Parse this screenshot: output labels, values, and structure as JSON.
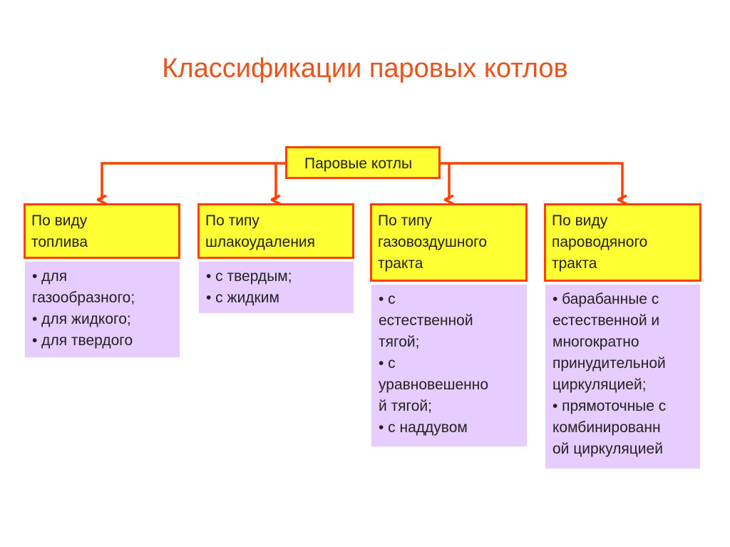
{
  "title": "Классификации паровых котлов",
  "root": {
    "label": "Паровые котлы"
  },
  "categories": [
    {
      "lines": [
        "По виду",
        "топлива"
      ],
      "items": [
        "• для",
        "газообразного;",
        "• для жидкого;",
        "• для твердого"
      ]
    },
    {
      "lines": [
        "По типу",
        "шлакоудаления"
      ],
      "items": [
        "• с твердым;",
        "• с жидким"
      ]
    },
    {
      "lines": [
        "По типу",
        "газовоздушного",
        "тракта"
      ],
      "items": [
        "• с",
        "естественной",
        "тягой;",
        "• с",
        "уравновешенно",
        "й тягой;",
        "• с наддувом"
      ]
    },
    {
      "lines": [
        "По виду",
        "пароводяного",
        "тракта"
      ],
      "items": [
        "• барабанные с",
        "естественной и",
        "многократно",
        "принудительной",
        "циркуляцией;",
        "• прямоточные с",
        "комбинированн",
        "ой циркуляцией"
      ]
    }
  ],
  "colors": {
    "title": "#e8541b",
    "connector": "#ff4000",
    "category_fill": "#ffff33",
    "items_fill": "#e6ccff",
    "text": "#222222"
  }
}
